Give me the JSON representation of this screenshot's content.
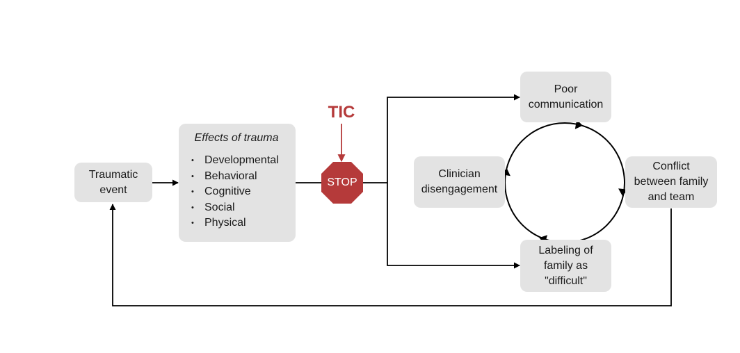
{
  "nodes": {
    "traumatic_event": {
      "lines": [
        "Traumatic",
        "event"
      ]
    },
    "effects": {
      "title": "Effects of trauma",
      "items": [
        "Developmental",
        "Behavioral",
        "Cognitive",
        "Social",
        "Physical"
      ]
    },
    "tic_label": "TIC",
    "stop_label": "STOP",
    "poor_communication": {
      "lines": [
        "Poor",
        "communication"
      ]
    },
    "clinician_disengagement": {
      "lines": [
        "Clinician",
        "disengagement"
      ]
    },
    "conflict": {
      "lines": [
        "Conflict",
        "between family",
        "and team"
      ]
    },
    "labeling": {
      "lines": [
        "Labeling of",
        "family as",
        "\"difficult\""
      ]
    }
  },
  "colors": {
    "box_fill": "#e3e3e3",
    "stop_red": "#b53a3a",
    "line": "#000000"
  }
}
